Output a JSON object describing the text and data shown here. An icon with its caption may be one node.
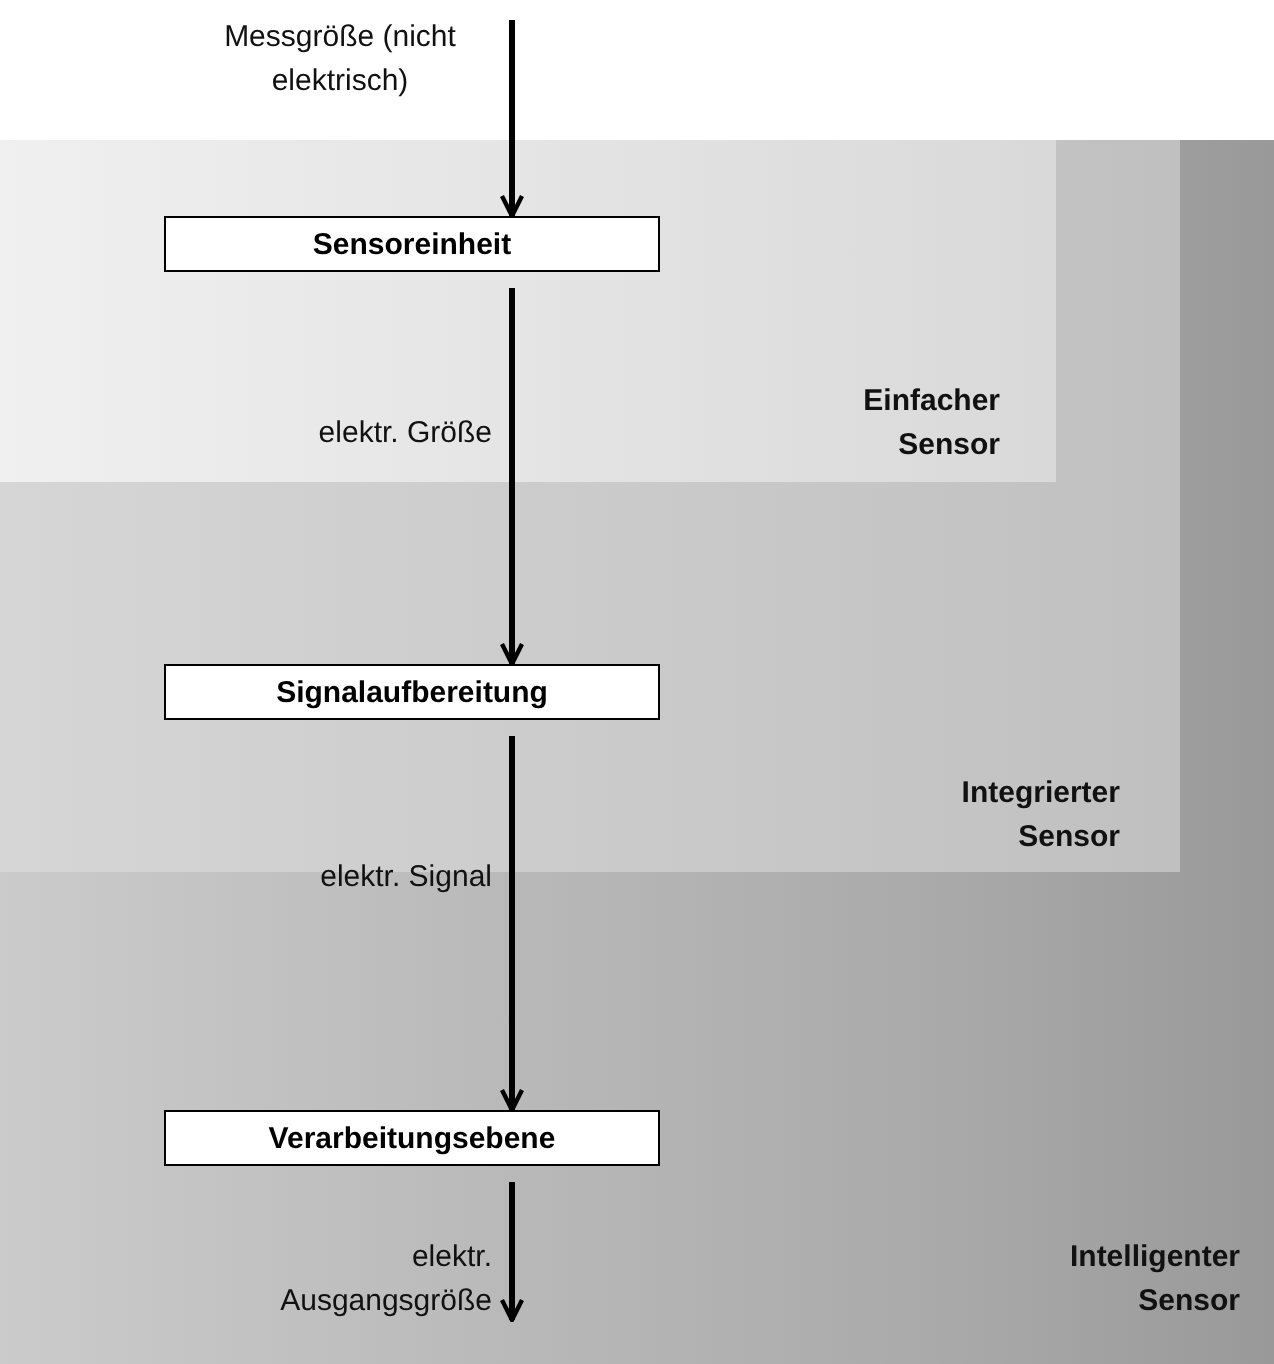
{
  "diagram": {
    "nodes": [
      {
        "text": [
          "Intelligenter Sensor"
        ]
      },
      {
        "text": [
          "Integrierter Sensor"
        ],
        "in": 0
      },
      {
        "text": [
          "Einfacher Sensor"
        ],
        "in": 1
      },
      {
        "text": [
          "Sensoreinheit"
        ],
        "in": 2
      },
      {
        "text": [
          "Signalaufbereitung"
        ],
        "in": 1
      },
      {
        "text": [
          "Verarbeitungsebene"
        ],
        "in": 0
      }
    ],
    "edges": [
      {
        "from": null,
        "to": 3,
        "arrow": "to",
        "label": "Messgröße (nicht elektrisch)"
      },
      {
        "from": 3,
        "to": 4,
        "arrow": "to",
        "label": "elektr. Größe"
      },
      {
        "from": 4,
        "to": 5,
        "arrow": "to",
        "label": "elektr. Signal"
      },
      {
        "from": 5,
        "to": null,
        "arrow": "to",
        "label": "elektr. Ausgangsgröße"
      }
    ]
  }
}
